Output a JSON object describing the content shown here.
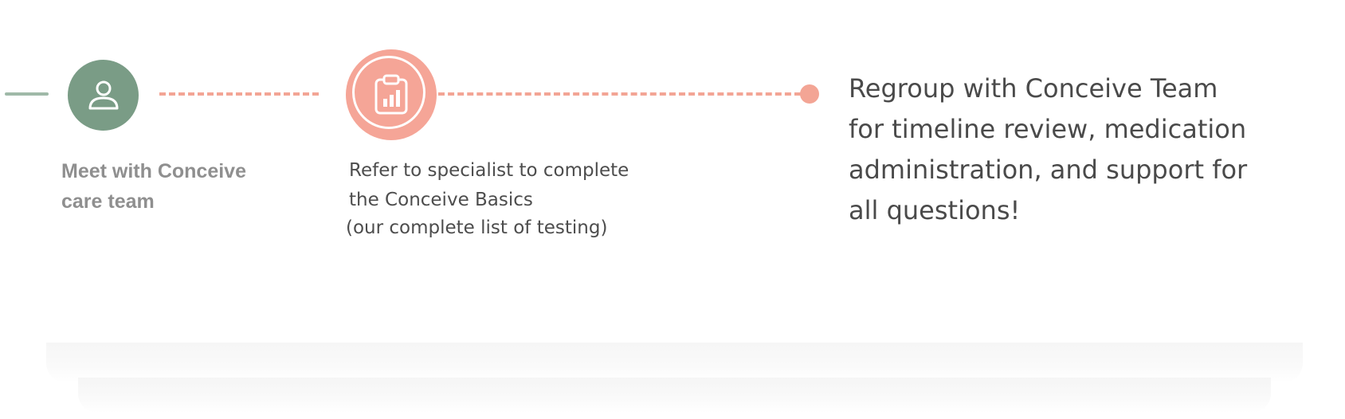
{
  "steps": [
    {
      "icon": "person-icon",
      "label_lines": [
        "Meet with Conceive",
        "care team"
      ],
      "color": "#7a9c86"
    },
    {
      "icon": "clipboard-chart-icon",
      "label_lines": [
        "Refer to specialist to complete",
        "the Conceive Basics"
      ],
      "note": "(our complete list of testing)",
      "color": "#f5a597"
    },
    {
      "label_lines": [
        "Regroup with Conceive Team",
        "for timeline review, medication",
        "administration, and support for",
        "all questions!"
      ]
    }
  ],
  "colors": {
    "accent_green": "#7a9c86",
    "accent_coral": "#f5a597",
    "text_dark": "#4a4a4a",
    "text_muted": "#8f8f8f"
  }
}
